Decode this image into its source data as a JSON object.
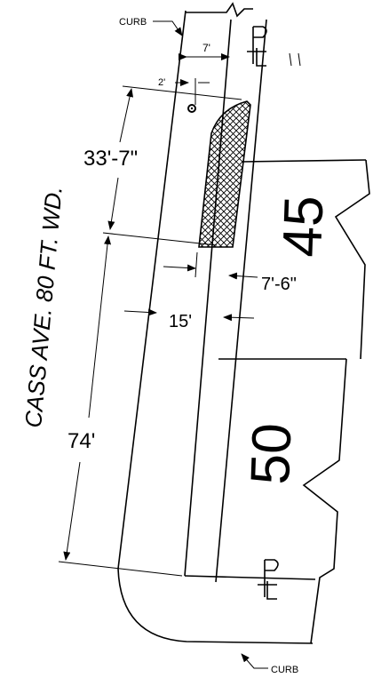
{
  "labels": {
    "curb_top": "CURB",
    "curb_bottom": "CURB",
    "street": "CASS AVE. 80 FT. WD.",
    "dim_7ft": "7'",
    "dim_2ft": "2'",
    "dim_33_7": "33'-7\"",
    "dim_7_6": "7'-6\"",
    "dim_15ft": "15'",
    "dim_74ft": "74'",
    "lot_45": "45",
    "lot_50": "50"
  },
  "icons": {
    "property_line_top": "property-line-symbol",
    "property_line_bottom": "property-line-symbol",
    "hatched_area": "crosshatch-area",
    "marker": "survey-point-circle"
  }
}
